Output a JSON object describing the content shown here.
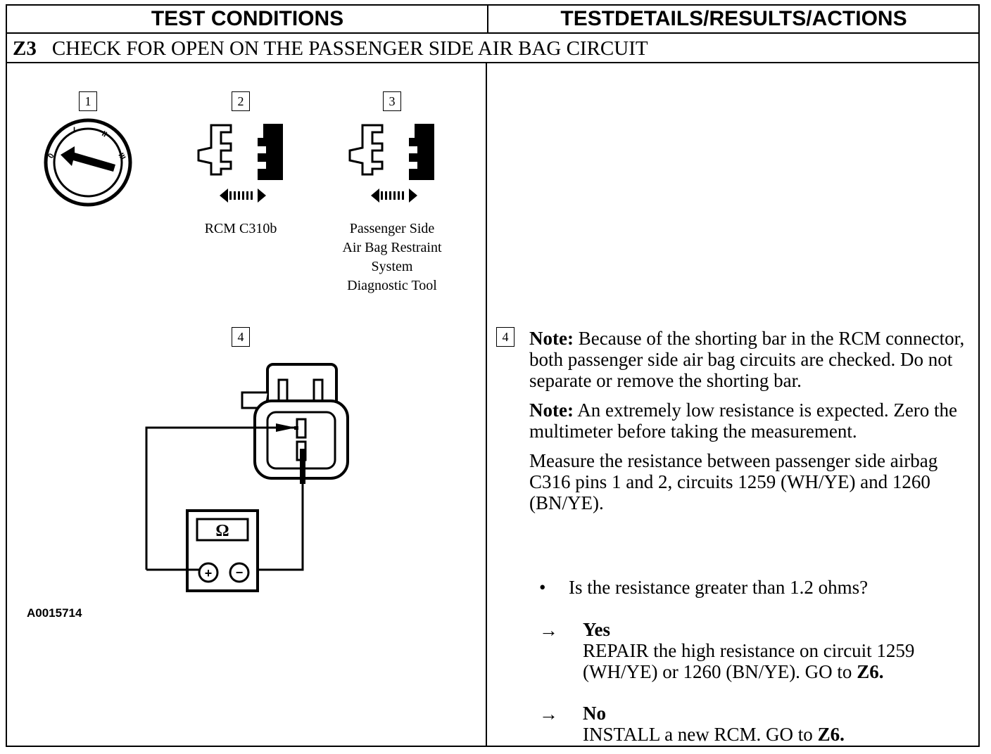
{
  "header": {
    "left": "TEST CONDITIONS",
    "right": "TESTDETAILS/RESULTS/ACTIONS"
  },
  "step": {
    "id": "Z3",
    "title": "CHECK FOR OPEN ON THE PASSENGER SIDE AIR BAG CIRCUIT"
  },
  "figure": {
    "steps": [
      "1",
      "2",
      "3",
      "4"
    ],
    "ignition_marks": [
      "0",
      "I",
      "II",
      "III"
    ],
    "connector2_label": "RCM C310b",
    "connector3_label": [
      "Passenger Side",
      "Air Bag Restraint",
      "System",
      "Diagnostic Tool"
    ],
    "meter_symbol": "Ω",
    "meter_plus": "+",
    "meter_minus": "−",
    "figure_ref": "A0015714"
  },
  "details": {
    "step_number": "4",
    "note1_label": "Note:",
    "note1_text": "Because of the shorting bar in the RCM connector, both passenger side air bag circuits are checked. Do not separate or remove the shorting bar.",
    "note2_label": "Note:",
    "note2_text": "An extremely low resistance is expected. Zero the multimeter before taking the measurement.",
    "instruction": "Measure the resistance between passenger side airbag C316 pins 1 and 2, circuits 1259 (WH/YE) and 1260 (BN/YE).",
    "bullet": "•",
    "question": "Is the resistance greater than 1.2 ohms?",
    "arrow": "→",
    "yes_label": "Yes",
    "yes_action": "REPAIR the high resistance on circuit 1259 (WH/YE) or 1260 (BN/YE). GO to",
    "yes_goto": "Z6.",
    "no_label": "No",
    "no_action": "INSTALL a new RCM. GO to",
    "no_goto": "Z6."
  }
}
